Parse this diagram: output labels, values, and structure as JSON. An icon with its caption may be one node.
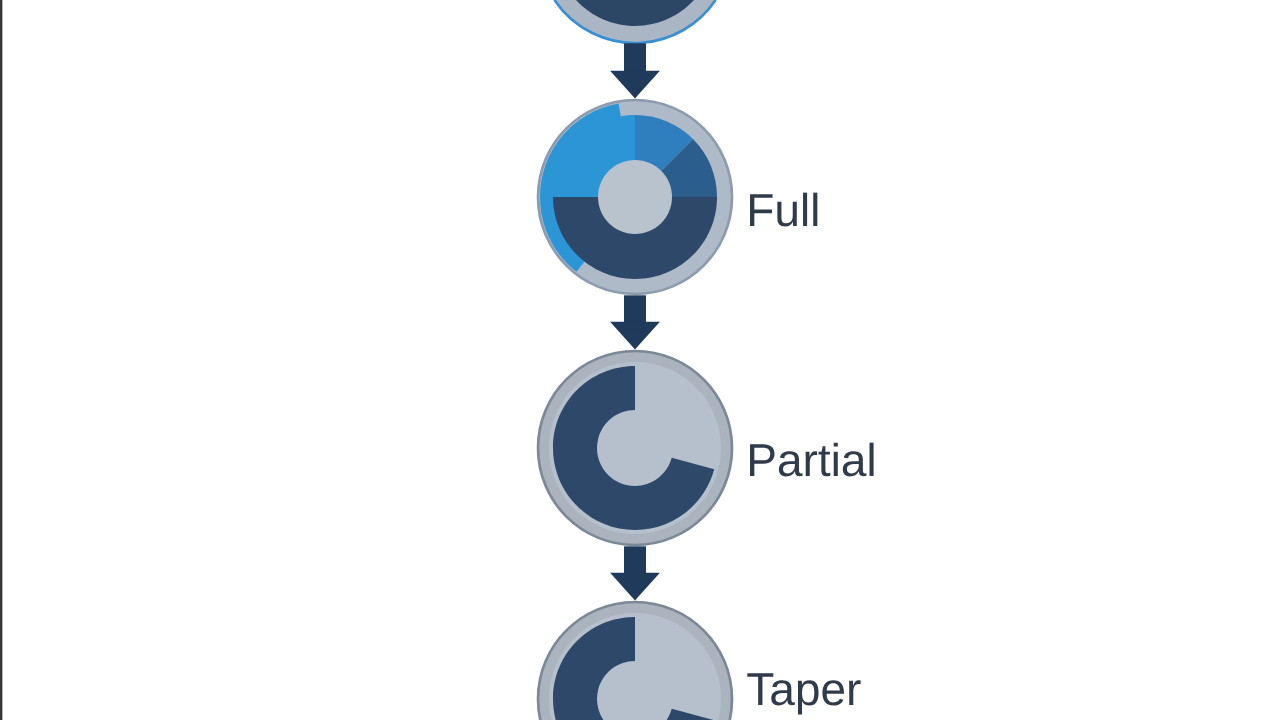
{
  "diagram": {
    "nodes": [
      {
        "text": [],
        "shape": "circle"
      },
      {
        "text": [],
        "shape": "circle",
        "beside": [
          "Full"
        ]
      },
      {
        "text": [],
        "shape": "circle",
        "beside": [
          "Partial"
        ]
      },
      {
        "text": [],
        "shape": "circle",
        "beside": [
          "Taper"
        ]
      }
    ],
    "edges": [
      {
        "from": 0,
        "to": 1,
        "arrow": "to"
      },
      {
        "from": 1,
        "to": 2,
        "arrow": "to"
      },
      {
        "from": 2,
        "to": 3,
        "arrow": "to"
      }
    ]
  }
}
